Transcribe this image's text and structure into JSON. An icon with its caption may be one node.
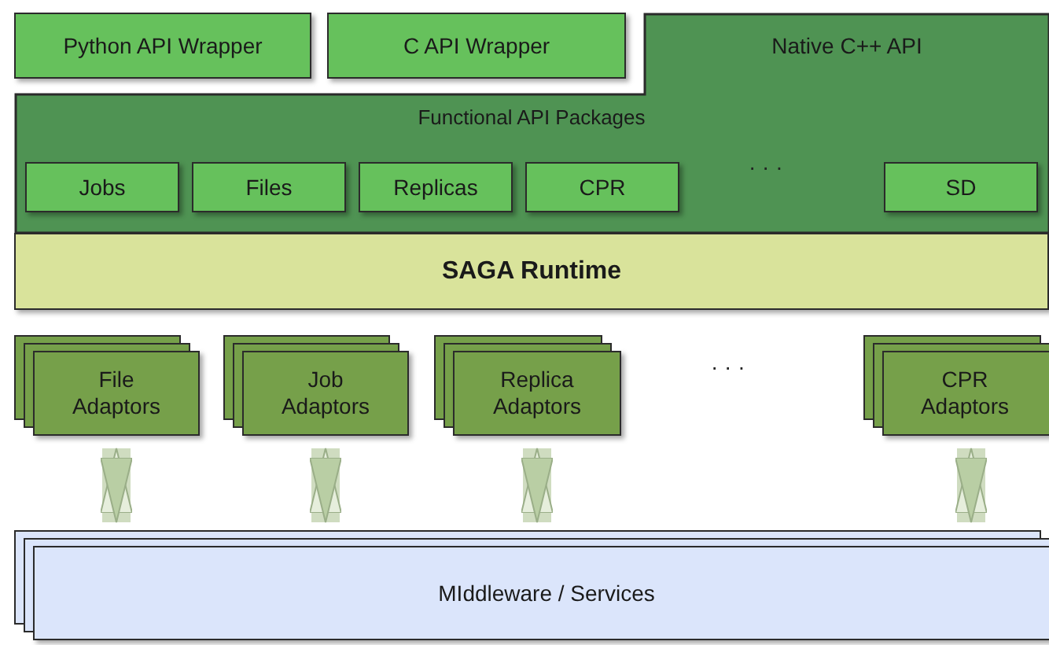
{
  "diagram": {
    "nodes": [
      {
        "text": [
          "Python API Wrapper"
        ]
      },
      {
        "text": [
          "C API Wrapper"
        ]
      },
      {
        "text": [
          "Native C++ API",
          "Functional API Packages"
        ]
      },
      {
        "text": [
          "Jobs"
        ],
        "in": 2
      },
      {
        "text": [
          "Files"
        ],
        "in": 2
      },
      {
        "text": [
          "Replicas"
        ],
        "in": 2
      },
      {
        "text": [
          "CPR"
        ],
        "in": 2
      },
      {
        "text": [
          "SD"
        ],
        "in": 2
      },
      {
        "text": [
          "SAGA Runtime"
        ]
      },
      {
        "text": [
          "File Adaptors"
        ]
      },
      {
        "text": [
          "Job Adaptors"
        ]
      },
      {
        "text": [
          "Replica Adaptors"
        ]
      },
      {
        "text": [
          "CPR Adaptors"
        ]
      },
      {
        "text": [
          "MIddleware / Services"
        ]
      }
    ],
    "edges": [
      {
        "from": 9,
        "to": 13,
        "arrow": "both"
      },
      {
        "from": 10,
        "to": 13,
        "arrow": "both"
      },
      {
        "from": 11,
        "to": 13,
        "arrow": "both"
      },
      {
        "from": 12,
        "to": 13,
        "arrow": "both"
      }
    ],
    "labels": [
      "· · ·",
      "· · ·"
    ]
  }
}
